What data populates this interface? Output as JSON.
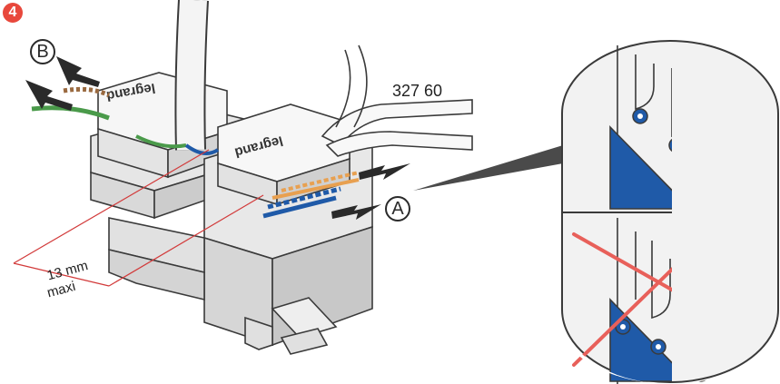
{
  "step": {
    "number": "4",
    "color": "#e8483c"
  },
  "callouts": {
    "a": "A",
    "b": "B"
  },
  "tool": {
    "part_number": "327 60"
  },
  "dimension": {
    "value": "13 mm",
    "qualifier": "maxi"
  },
  "brand": {
    "left_connector": "legrand",
    "right_connector": "legrand"
  },
  "colors": {
    "cross_mark": "#e8605a",
    "contact_blue": "#1f5aa8",
    "contact_orange": "#e8a050",
    "wire_green": "#4a9a4a",
    "wire_brown": "#9a6a40",
    "dimension_line": "#d23a3a",
    "zoom_bubble_fill": "#f2f2f2"
  },
  "icons": {
    "arrows": "push-arrow-icon",
    "cutter": "cable-cutter-icon",
    "zoom": "zoom-bubble-icon"
  }
}
